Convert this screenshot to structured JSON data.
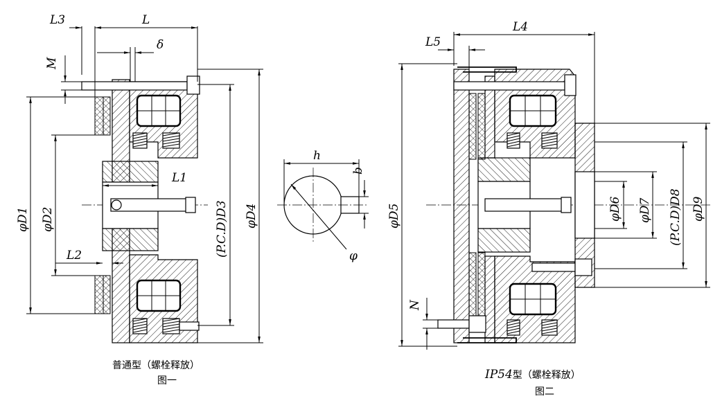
{
  "figure1": {
    "caption_line1": "普通型（螺栓释放）",
    "caption_line2": "图一",
    "dims": {
      "L3": "L3",
      "L": "L",
      "delta": "δ",
      "M": "M",
      "L1": "L1",
      "L2": "L2",
      "D1": "φD1",
      "D2": "φD2",
      "D3": "(P.C.D)D3",
      "D4": "φD4"
    }
  },
  "keyway": {
    "h": "h",
    "b": "b",
    "phi": "φ"
  },
  "figure2": {
    "caption_line1_italic": "IP54",
    "caption_line1_rest": "型（螺栓释放）",
    "caption_line2": "图二",
    "dims": {
      "L4": "L4",
      "L5": "L5",
      "N": "N",
      "D5": "φD5",
      "D6": "φD6",
      "D7": "φD7",
      "D8": "(P.C.D)D8",
      "D9": "φD9"
    }
  }
}
